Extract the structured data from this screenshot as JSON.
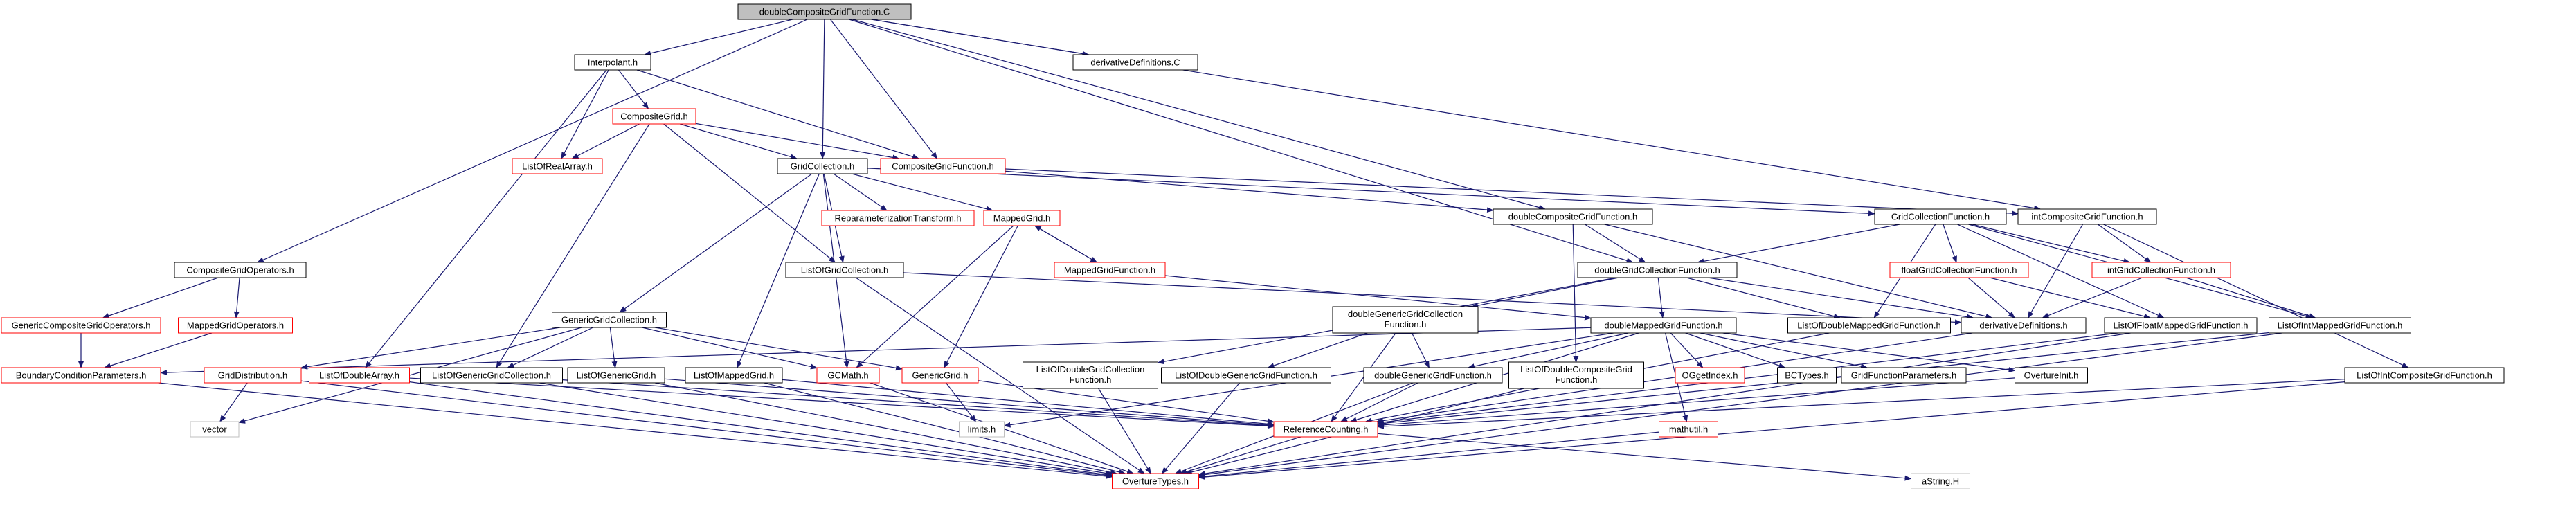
{
  "colors": {
    "edge": "#191970",
    "border_normal": "#000000",
    "border_red": "#ff0000",
    "border_gray": "#bfbfbf",
    "root_fill": "#bfbfbf",
    "fill": "#ffffff"
  },
  "nodes": [
    {
      "id": "root",
      "label": "doubleCompositeGridFunction.C",
      "style": "root"
    },
    {
      "id": "interpolant",
      "label": "Interpolant.h",
      "style": "normal"
    },
    {
      "id": "derivdefC",
      "label": "derivativeDefinitions.C",
      "style": "normal"
    },
    {
      "id": "compositegrid",
      "label": "CompositeGrid.h",
      "style": "red"
    },
    {
      "id": "listofrealarray",
      "label": "ListOfRealArray.h",
      "style": "red"
    },
    {
      "id": "gridcollection",
      "label": "GridCollection.h",
      "style": "normal"
    },
    {
      "id": "compositegridfunction",
      "label": "CompositeGridFunction.h",
      "style": "red"
    },
    {
      "id": "reparam",
      "label": "ReparameterizationTransform.h",
      "style": "red"
    },
    {
      "id": "mappedgrid",
      "label": "MappedGrid.h",
      "style": "red"
    },
    {
      "id": "mappedgridfunction",
      "label": "MappedGridFunction.h",
      "style": "red"
    },
    {
      "id": "listofgridcollection",
      "label": "ListOfGridCollection.h",
      "style": "normal"
    },
    {
      "id": "doublecompositegridfunction",
      "label": "doubleCompositeGridFunction.h",
      "style": "normal"
    },
    {
      "id": "gridcollectionfunction",
      "label": "GridCollectionFunction.h",
      "style": "normal"
    },
    {
      "id": "intcompositegridfunction",
      "label": "intCompositeGridFunction.h",
      "style": "normal"
    },
    {
      "id": "doublegridcollectionfunction",
      "label": "doubleGridCollectionFunction.h",
      "style": "normal"
    },
    {
      "id": "floatgridcollectionfunction",
      "label": "floatGridCollectionFunction.h",
      "style": "red"
    },
    {
      "id": "intgridcollectionfunction",
      "label": "intGridCollectionFunction.h",
      "style": "red"
    },
    {
      "id": "compositegridoperators",
      "label": "CompositeGridOperators.h",
      "style": "normal"
    },
    {
      "id": "genericcompositegridoperators",
      "label": "GenericCompositeGridOperators.h",
      "style": "red"
    },
    {
      "id": "mappedgridoperators",
      "label": "MappedGridOperators.h",
      "style": "red"
    },
    {
      "id": "boundaryconditionparameters",
      "label": "BoundaryConditionParameters.h",
      "style": "red"
    },
    {
      "id": "genericgridcollection",
      "label": "GenericGridCollection.h",
      "style": "normal"
    },
    {
      "id": "doublegenericgridcollectionfunction",
      "lines": [
        "doubleGenericGridCollection",
        "Function.h"
      ],
      "style": "normal"
    },
    {
      "id": "doublemappedgridfunction",
      "label": "doubleMappedGridFunction.h",
      "style": "normal"
    },
    {
      "id": "listofdoublemappedgridfunction",
      "label": "ListOfDoubleMappedGridFunction.h",
      "style": "normal"
    },
    {
      "id": "derivdefh",
      "label": "derivativeDefinitions.h",
      "style": "normal"
    },
    {
      "id": "listoffloatmappedgridfunction",
      "label": "ListOfFloatMappedGridFunction.h",
      "style": "normal"
    },
    {
      "id": "listofintmappedgridfunction",
      "label": "ListOfIntMappedGridFunction.h",
      "style": "normal"
    },
    {
      "id": "griddistribution",
      "label": "GridDistribution.h",
      "style": "red"
    },
    {
      "id": "listofdoublearray",
      "label": "ListOfDoubleArray.h",
      "style": "red"
    },
    {
      "id": "listofgenericgridcollection",
      "label": "ListOfGenericGridCollection.h",
      "style": "normal"
    },
    {
      "id": "listofgenericgrid",
      "label": "ListOfGenericGrid.h",
      "style": "normal"
    },
    {
      "id": "listofmappedgrid",
      "label": "ListOfMappedGrid.h",
      "style": "normal"
    },
    {
      "id": "gcmath",
      "label": "GCMath.h",
      "style": "red"
    },
    {
      "id": "genericgrid",
      "label": "GenericGrid.h",
      "style": "red"
    },
    {
      "id": "listofdoublegridcollectionfunction",
      "lines": [
        "ListOfDoubleGridCollection",
        "Function.h"
      ],
      "style": "normal"
    },
    {
      "id": "listofdoublegenericgridfunction",
      "label": "ListOfDoubleGenericGridFunction.h",
      "style": "normal"
    },
    {
      "id": "doublegenericgridfunction",
      "label": "doubleGenericGridFunction.h",
      "style": "normal"
    },
    {
      "id": "listofdoublecompositegridfunction",
      "lines": [
        "ListOfDoubleCompositeGrid",
        "Function.h"
      ],
      "style": "normal"
    },
    {
      "id": "ogetindex",
      "label": "OGgetIndex.h",
      "style": "red"
    },
    {
      "id": "bctypes",
      "label": "BCTypes.h",
      "style": "normal"
    },
    {
      "id": "gridfunctionparameters",
      "label": "GridFunctionParameters.h",
      "style": "normal"
    },
    {
      "id": "overtureinit",
      "label": "OvertureInit.h",
      "style": "normal"
    },
    {
      "id": "listofintcompositegridfunction",
      "label": "ListOfIntCompositeGridFunction.h",
      "style": "normal"
    },
    {
      "id": "vector",
      "label": "vector",
      "style": "gray"
    },
    {
      "id": "limits",
      "label": "limits.h",
      "style": "gray"
    },
    {
      "id": "referencecounting",
      "label": "ReferenceCounting.h",
      "style": "red"
    },
    {
      "id": "mathutil",
      "label": "mathutil.h",
      "style": "red"
    },
    {
      "id": "overturetypes",
      "label": "OvertureTypes.h",
      "style": "red"
    },
    {
      "id": "astring",
      "label": "aString.H",
      "style": "gray"
    }
  ],
  "edges": [
    [
      "root",
      "interpolant"
    ],
    [
      "root",
      "derivdefC"
    ],
    [
      "root",
      "compositegridoperators"
    ],
    [
      "root",
      "gridcollection"
    ],
    [
      "root",
      "compositegridfunction"
    ],
    [
      "root",
      "doublecompositegridfunction"
    ],
    [
      "root",
      "intcompositegridfunction"
    ],
    [
      "root",
      "doublegridcollectionfunction"
    ],
    [
      "interpolant",
      "compositegrid"
    ],
    [
      "interpolant",
      "listofrealarray"
    ],
    [
      "interpolant",
      "compositegridfunction"
    ],
    [
      "interpolant",
      "listofdoublearray"
    ],
    [
      "compositegrid",
      "listofrealarray"
    ],
    [
      "compositegrid",
      "gridcollection"
    ],
    [
      "compositegrid",
      "compositegridfunction"
    ],
    [
      "compositegrid",
      "listofgridcollection"
    ],
    [
      "compositegrid",
      "listofgenericgridcollection"
    ],
    [
      "gridcollection",
      "reparam"
    ],
    [
      "gridcollection",
      "mappedgrid"
    ],
    [
      "gridcollection",
      "listofgridcollection"
    ],
    [
      "gridcollection",
      "genericgridcollection"
    ],
    [
      "gridcollection",
      "listofmappedgrid"
    ],
    [
      "gridcollection",
      "gcmath"
    ],
    [
      "gridcollection",
      "gridcollectionfunction"
    ],
    [
      "compositegridfunction",
      "doublecompositegridfunction"
    ],
    [
      "compositegridfunction",
      "intcompositegridfunction"
    ],
    [
      "mappedgrid",
      "mappedgridfunction"
    ],
    [
      "mappedgridfunction",
      "mappedgrid"
    ],
    [
      "mappedgrid",
      "genericgrid"
    ],
    [
      "mappedgrid",
      "gcmath"
    ],
    [
      "mappedgridfunction",
      "doublemappedgridfunction"
    ],
    [
      "listofgridcollection",
      "overturetypes"
    ],
    [
      "listofgridcollection",
      "derivdefh"
    ],
    [
      "doublecompositegridfunction",
      "doublegridcollectionfunction"
    ],
    [
      "doublecompositegridfunction",
      "listofdoublecompositegridfunction"
    ],
    [
      "doublecompositegridfunction",
      "derivdefh"
    ],
    [
      "gridcollectionfunction",
      "doublegridcollectionfunction"
    ],
    [
      "gridcollectionfunction",
      "floatgridcollectionfunction"
    ],
    [
      "gridcollectionfunction",
      "intgridcollectionfunction"
    ],
    [
      "gridcollectionfunction",
      "listofdoublemappedgridfunction"
    ],
    [
      "gridcollectionfunction",
      "listoffloatmappedgridfunction"
    ],
    [
      "gridcollectionfunction",
      "listofintmappedgridfunction"
    ],
    [
      "intcompositegridfunction",
      "intgridcollectionfunction"
    ],
    [
      "intcompositegridfunction",
      "derivdefh"
    ],
    [
      "intcompositegridfunction",
      "listofintcompositegridfunction"
    ],
    [
      "doublegridcollectionfunction",
      "doublegenericgridcollectionfunction"
    ],
    [
      "doublegridcollectionfunction",
      "doublemappedgridfunction"
    ],
    [
      "doublegridcollectionfunction",
      "listofdoublemappedgridfunction"
    ],
    [
      "doublegridcollectionfunction",
      "derivdefh"
    ],
    [
      "doublegridcollectionfunction",
      "listofdoublegridcollectionfunction"
    ],
    [
      "floatgridcollectionfunction",
      "derivdefh"
    ],
    [
      "floatgridcollectionfunction",
      "listoffloatmappedgridfunction"
    ],
    [
      "intgridcollectionfunction",
      "derivdefh"
    ],
    [
      "intgridcollectionfunction",
      "listofintmappedgridfunction"
    ],
    [
      "compositegridoperators",
      "genericcompositegridoperators"
    ],
    [
      "compositegridoperators",
      "mappedgridoperators"
    ],
    [
      "genericcompositegridoperators",
      "boundaryconditionparameters"
    ],
    [
      "mappedgridoperators",
      "boundaryconditionparameters"
    ],
    [
      "boundaryconditionparameters",
      "overturetypes"
    ],
    [
      "genericgridcollection",
      "griddistribution"
    ],
    [
      "genericgridcollection",
      "listofgenericgridcollection"
    ],
    [
      "genericgridcollection",
      "listofgenericgrid"
    ],
    [
      "genericgridcollection",
      "gcmath"
    ],
    [
      "genericgridcollection",
      "genericgrid"
    ],
    [
      "genericgridcollection",
      "vector"
    ],
    [
      "doublegenericgridcollectionfunction",
      "doublegenericgridfunction"
    ],
    [
      "doublegenericgridcollectionfunction",
      "listofdoublegenericgridfunction"
    ],
    [
      "doublegenericgridcollectionfunction",
      "referencecounting"
    ],
    [
      "doublemappedgridfunction",
      "doublegenericgridfunction"
    ],
    [
      "doublemappedgridfunction",
      "ogetindex"
    ],
    [
      "doublemappedgridfunction",
      "bctypes"
    ],
    [
      "doublemappedgridfunction",
      "gridfunctionparameters"
    ],
    [
      "doublemappedgridfunction",
      "overtureinit"
    ],
    [
      "doublemappedgridfunction",
      "mathutil"
    ],
    [
      "doublemappedgridfunction",
      "referencecounting"
    ],
    [
      "doublemappedgridfunction",
      "limits"
    ],
    [
      "doublemappedgridfunction",
      "boundaryconditionparameters"
    ],
    [
      "listofdoublemappedgridfunction",
      "referencecounting"
    ],
    [
      "listoffloatmappedgridfunction",
      "referencecounting"
    ],
    [
      "listofintmappedgridfunction",
      "referencecounting"
    ],
    [
      "listoffloatmappedgridfunction",
      "overturetypes"
    ],
    [
      "listofintmappedgridfunction",
      "overturetypes"
    ],
    [
      "griddistribution",
      "vector"
    ],
    [
      "griddistribution",
      "overturetypes"
    ],
    [
      "listofdoublearray",
      "referencecounting"
    ],
    [
      "listofdoublearray",
      "overturetypes"
    ],
    [
      "listofgenericgridcollection",
      "referencecounting"
    ],
    [
      "listofgenericgridcollection",
      "overturetypes"
    ],
    [
      "listofgenericgrid",
      "referencecounting"
    ],
    [
      "listofgenericgrid",
      "overturetypes"
    ],
    [
      "listofmappedgrid",
      "referencecounting"
    ],
    [
      "listofmappedgrid",
      "overturetypes"
    ],
    [
      "gcmath",
      "overturetypes"
    ],
    [
      "genericgrid",
      "limits"
    ],
    [
      "genericgrid",
      "referencecounting"
    ],
    [
      "listofdoublegridcollectionfunction",
      "overturetypes"
    ],
    [
      "listofdoublegenericgridfunction",
      "overturetypes"
    ],
    [
      "doublegenericgridfunction",
      "overturetypes"
    ],
    [
      "doublegenericgridfunction",
      "referencecounting"
    ],
    [
      "listofdoublecompositegridfunction",
      "overturetypes"
    ],
    [
      "listofintcompositegridfunction",
      "referencecounting"
    ],
    [
      "listofintcompositegridfunction",
      "overturetypes"
    ],
    [
      "referencecounting",
      "overturetypes"
    ],
    [
      "referencecounting",
      "astring"
    ],
    [
      "mathutil",
      "overturetypes"
    ],
    [
      "derivdefh",
      "referencecounting"
    ],
    [
      "overtureinit",
      "referencecounting"
    ]
  ]
}
